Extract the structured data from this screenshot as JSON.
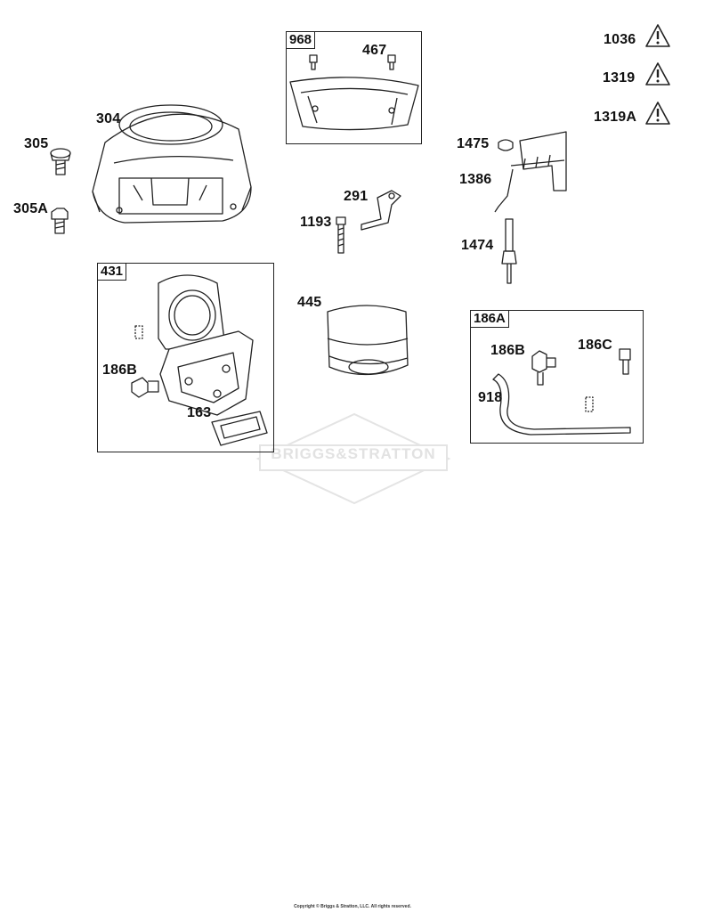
{
  "parts": {
    "p304": "304",
    "p305": "305",
    "p305a": "305A",
    "p968": "968",
    "p467": "467",
    "p1036": "1036",
    "p1319": "1319",
    "p1319a": "1319A",
    "p1475": "1475",
    "p1386": "1386",
    "p1474": "1474",
    "p291": "291",
    "p1193": "1193",
    "p431": "431",
    "p186b_left": "186B",
    "p163": "163",
    "p445": "445",
    "p186a": "186A",
    "p186b_right": "186B",
    "p186c": "186C",
    "p918": "918"
  },
  "watermark": "BRIGGS&STRATTON",
  "copyright": "Copyright © Briggs & Stratton, LLC. All rights reserved.",
  "icons": [
    "warning-triangle-icon"
  ],
  "colors": {
    "line": "#222222",
    "watermark": "#e2e2e2"
  }
}
